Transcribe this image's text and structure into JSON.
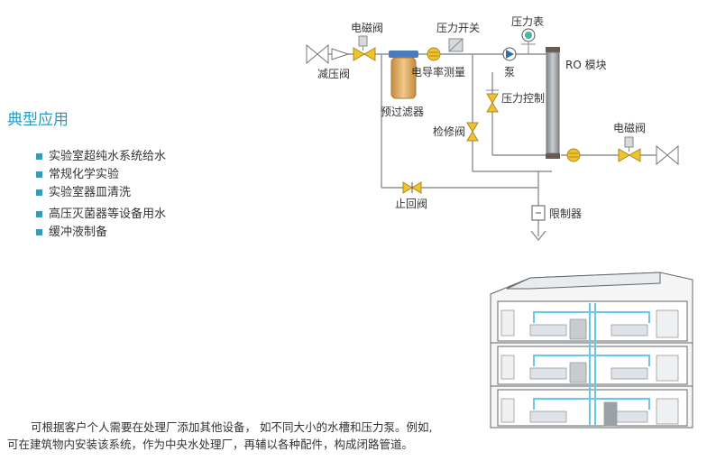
{
  "section_title": "典型应用",
  "applications": [
    "实验室超纯水系统给水",
    "常规化学实验",
    "实验室器皿清洗",
    "高压灭菌器等设备用水",
    "缓冲液制备"
  ],
  "body_text": {
    "line1": "可根据客户个人需要在处理厂添加其他设备， 如不同大小的水槽和压力泵。例如,",
    "line2": "可在建筑物内安装该系统，作为中央水处理厂，再辅以各种配件，构成闭路管道。"
  },
  "diagram": {
    "labels": {
      "solenoid_valve_in": "电磁阀",
      "pressure_switch": "压力开关",
      "pressure_gauge": "压力表",
      "pressure_reducing_valve": "减压阀",
      "conductivity": "电导率测量",
      "pump": "泵",
      "ro_module": "RO 模块",
      "prefilter": "预过滤器",
      "pressure_control": "压力控制",
      "check_valve_service": "检修阀",
      "solenoid_valve_out": "电磁阀",
      "check_valve": "止回阀",
      "restrictor": "限制器"
    }
  },
  "colors": {
    "accent": "#2a9bc0",
    "bullet": "#3d9ab3",
    "valve_yellow": "#f2c22e",
    "pipe": "#8a9299",
    "ro_module": "#9aa1a6",
    "filter": "#d9a85a"
  }
}
